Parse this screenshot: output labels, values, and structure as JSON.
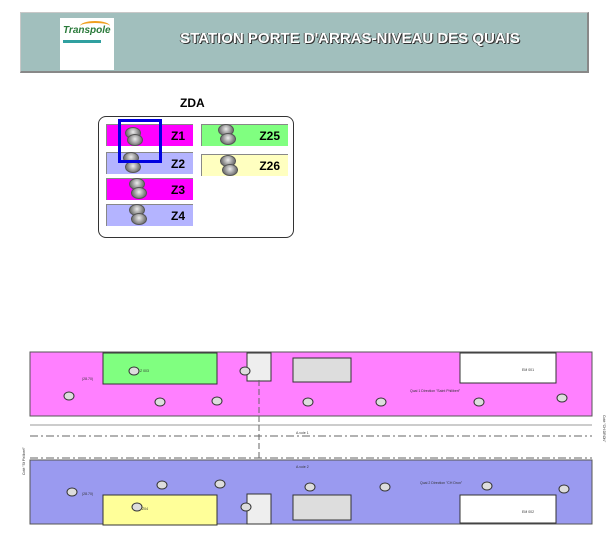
{
  "header": {
    "title": "STATION PORTE D'ARRAS-NIVEAU DES QUAIS",
    "logo_text": "Transpole"
  },
  "zda": {
    "title": "ZDA",
    "zones": [
      {
        "id": "Z1",
        "label": "Z1",
        "color": "#ff00ff"
      },
      {
        "id": "Z2",
        "label": "Z2",
        "color": "#b4b4ff"
      },
      {
        "id": "Z3",
        "label": "Z3",
        "color": "#ff00ff"
      },
      {
        "id": "Z4",
        "label": "Z4",
        "color": "#b4b4ff"
      },
      {
        "id": "Z25",
        "label": "Z25",
        "color": "#80ff80"
      },
      {
        "id": "Z26",
        "label": "Z26",
        "color": "#ffffc0"
      }
    ],
    "selected": "Z1"
  },
  "plan": {
    "quai1": "Quai 1 Direction \"Saint Philibert\"",
    "quai2": "Quai 2 Direction \"CH Dron\"",
    "voie1": "A.voie 1",
    "voie2": "A.voie 2",
    "left_side": "Coté \"St Philibert\"",
    "right_side": "Coté \"CH DRON\"",
    "esc1": "EM 001",
    "esc2": "EM 002",
    "room1": "(28.70)",
    "room2": "(28.70)",
    "z25_tag": "Z 003",
    "z26_tag": "Z04",
    "colors": {
      "quai1": "#ff80ff",
      "quai2": "#9a9af0",
      "z25": "#80ff80",
      "z26": "#ffff99"
    }
  }
}
